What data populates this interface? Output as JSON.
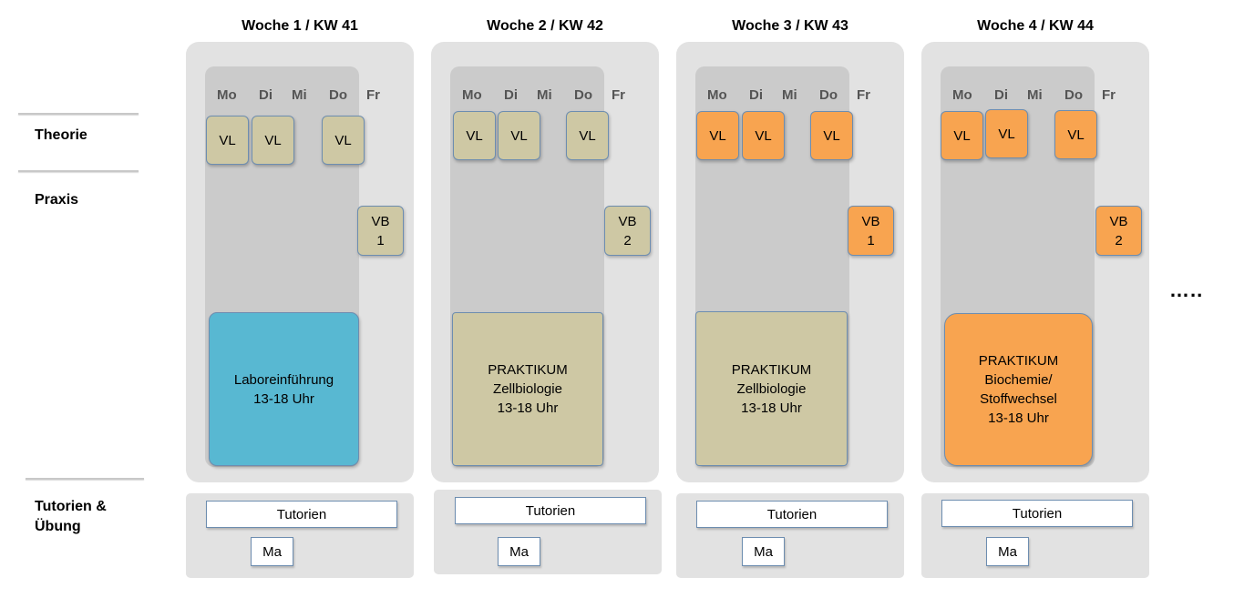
{
  "labels": {
    "theorie": "Theorie",
    "praxis": "Praxis",
    "tutorien_line1": "Tutorien &",
    "tutorien_line2": "Übung"
  },
  "days": [
    "Mo",
    "Di",
    "Mi",
    "Do",
    "Fr"
  ],
  "colors": {
    "beige": "#cec8a4",
    "orange": "#f8a450",
    "blue": "#58b8d2"
  },
  "weeks": [
    {
      "title": "Woche 1 / KW 41",
      "vl": [
        "VL",
        "VL",
        "VL"
      ],
      "vb": [
        "VB",
        "1"
      ],
      "praktikum": [
        "Laboreinführung",
        "13-18 Uhr"
      ],
      "tutorien": "Tutorien",
      "ma": "Ma"
    },
    {
      "title": "Woche 2 / KW 42",
      "vl": [
        "VL",
        "VL",
        "VL"
      ],
      "vb": [
        "VB",
        "2"
      ],
      "praktikum": [
        "PRAKTIKUM",
        "Zellbiologie",
        "13-18 Uhr"
      ],
      "tutorien": "Tutorien",
      "ma": "Ma"
    },
    {
      "title": "Woche 3 / KW 43",
      "vl": [
        "VL",
        "VL",
        "VL"
      ],
      "vb": [
        "VB",
        "1"
      ],
      "praktikum": [
        "PRAKTIKUM",
        "Zellbiologie",
        "13-18 Uhr"
      ],
      "tutorien": "Tutorien",
      "ma": "Ma"
    },
    {
      "title": "Woche 4 / KW 44",
      "vl": [
        "VL",
        "VL",
        "VL"
      ],
      "vb": [
        "VB",
        "2"
      ],
      "praktikum": [
        "PRAKTIKUM",
        "Biochemie/",
        "Stoffwechsel",
        "13-18 Uhr"
      ],
      "tutorien": "Tutorien",
      "ma": "Ma"
    }
  ],
  "more": "….."
}
